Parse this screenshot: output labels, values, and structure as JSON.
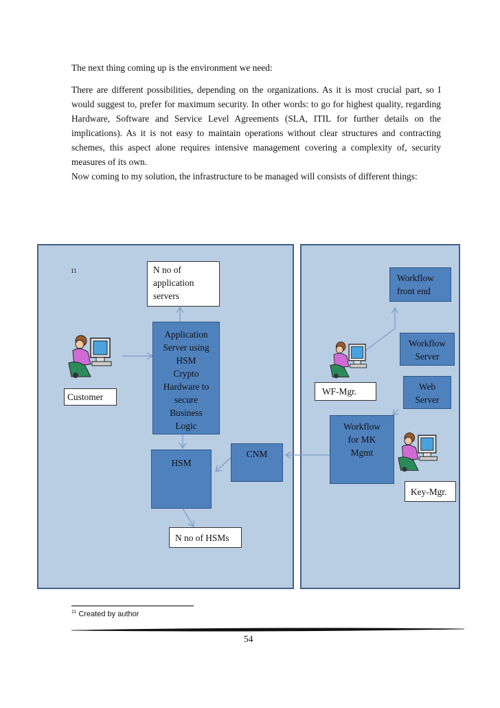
{
  "text": {
    "p1": "The next thing coming up is the environment we need:",
    "p2": "There are different possibilities, depending on the organizations. As it is most crucial part, so I would suggest to, prefer for maximum security. In other words: to go for highest quality, regarding Hardware, Software and Service Level Agreements (SLA, ITIL for further details on the implications). As it is not easy to maintain operations without clear structures and contracting schemes, this aspect alone requires intensive management covering a complexity of, security measures of its own.",
    "p3": "Now coming to my solution, the infrastructure to be managed will consists of different things:"
  },
  "diagram": {
    "footnote_ref": "11",
    "app_servers_box": [
      "N no of",
      "application",
      "servers"
    ],
    "app_server_box": [
      "Application",
      "Server using",
      "HSM",
      "Crypto",
      "Hardware to",
      "secure",
      "Business",
      "Logic"
    ],
    "customer_label": "Customer",
    "hsm_box": "HSM",
    "hsms_box": "N no of HSMs",
    "cnm_box": "CNM",
    "wf_front_box": [
      "Workflow",
      "front end"
    ],
    "wf_server_box": [
      "Workflow",
      "Server"
    ],
    "web_server_box": [
      "Web",
      "Server"
    ],
    "wf_mgr_label": "WF-Mgr.",
    "wf_mk_box": [
      "Workflow",
      "for MK",
      "Mgmt"
    ],
    "key_mgr_label": "Key-Mgr."
  },
  "footnote": {
    "number": "11",
    "text": "Created by author"
  },
  "page_number": "54",
  "colors": {
    "panel": "#b9cde3",
    "panel_border": "#3f5f86",
    "box_blue": "#4f81bd",
    "arrow": "#7d9bc7"
  }
}
